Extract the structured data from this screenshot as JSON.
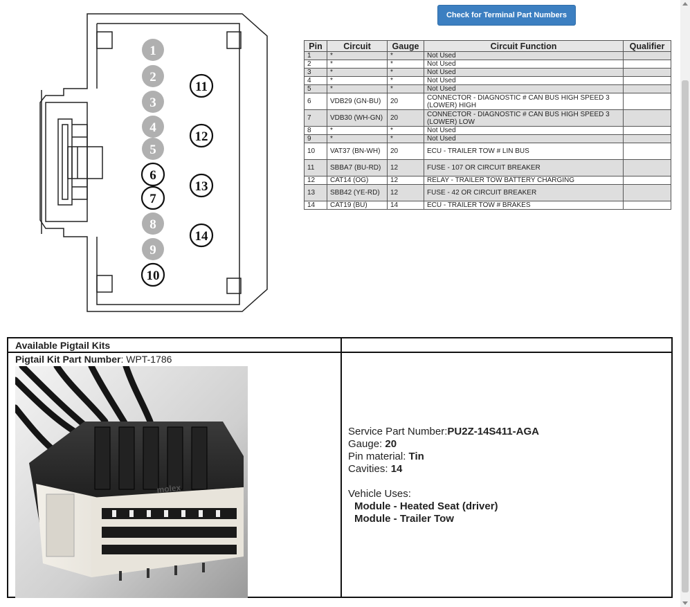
{
  "button": {
    "label": "Check for Terminal Part Numbers"
  },
  "connector_pins": [
    {
      "num": "1",
      "used": false
    },
    {
      "num": "2",
      "used": false
    },
    {
      "num": "3",
      "used": false
    },
    {
      "num": "4",
      "used": false
    },
    {
      "num": "5",
      "used": false
    },
    {
      "num": "6",
      "used": true
    },
    {
      "num": "7",
      "used": true
    },
    {
      "num": "8",
      "used": false
    },
    {
      "num": "9",
      "used": false
    },
    {
      "num": "10",
      "used": true
    },
    {
      "num": "11",
      "used": true
    },
    {
      "num": "12",
      "used": true
    },
    {
      "num": "13",
      "used": true
    },
    {
      "num": "14",
      "used": true
    }
  ],
  "table": {
    "headers": [
      "Pin",
      "Circuit",
      "Gauge",
      "Circuit Function",
      "Qualifier"
    ],
    "rows": [
      {
        "pin": "1",
        "circuit": "*",
        "gauge": "*",
        "function": "Not Used",
        "qualifier": ""
      },
      {
        "pin": "2",
        "circuit": "*",
        "gauge": "*",
        "function": "Not Used",
        "qualifier": ""
      },
      {
        "pin": "3",
        "circuit": "*",
        "gauge": "*",
        "function": "Not Used",
        "qualifier": ""
      },
      {
        "pin": "4",
        "circuit": "*",
        "gauge": "*",
        "function": "Not Used",
        "qualifier": ""
      },
      {
        "pin": "5",
        "circuit": "*",
        "gauge": "*",
        "function": "Not Used",
        "qualifier": ""
      },
      {
        "pin": "6",
        "circuit": "VDB29 (GN-BU)",
        "gauge": "20",
        "function": "CONNECTOR - DIAGNOSTIC # CAN BUS HIGH SPEED 3 (LOWER) HIGH",
        "qualifier": ""
      },
      {
        "pin": "7",
        "circuit": "VDB30 (WH-GN)",
        "gauge": "20",
        "function": "CONNECTOR - DIAGNOSTIC # CAN BUS HIGH SPEED 3 (LOWER) LOW",
        "qualifier": ""
      },
      {
        "pin": "8",
        "circuit": "*",
        "gauge": "*",
        "function": "Not Used",
        "qualifier": ""
      },
      {
        "pin": "9",
        "circuit": "*",
        "gauge": "*",
        "function": "Not Used",
        "qualifier": ""
      },
      {
        "pin": "10",
        "circuit": "VAT37 (BN-WH)",
        "gauge": "20",
        "function": "ECU - TRAILER TOW # LIN BUS",
        "qualifier": ""
      },
      {
        "pin": "11",
        "circuit": "SBBA7 (BU-RD)",
        "gauge": "12",
        "function": "FUSE - 107 OR CIRCUIT BREAKER",
        "qualifier": ""
      },
      {
        "pin": "12",
        "circuit": "CAT14 (OG)",
        "gauge": "12",
        "function": "RELAY - TRAILER TOW BATTERY CHARGING",
        "qualifier": ""
      },
      {
        "pin": "13",
        "circuit": "SBB42 (YE-RD)",
        "gauge": "12",
        "function": "FUSE - 42 OR CIRCUIT BREAKER",
        "qualifier": ""
      },
      {
        "pin": "14",
        "circuit": "CAT19 (BU)",
        "gauge": "14",
        "function": "ECU - TRAILER TOW # BRAKES",
        "qualifier": ""
      }
    ]
  },
  "pigtail": {
    "title": "Available Pigtail Kits",
    "kit_label": "Pigtail Kit Part Number",
    "kit_number": ": WPT-1786",
    "photo_brand": "molex",
    "service_label": "Service Part Number:",
    "service_value": "PU2Z-14S411-AGA",
    "gauge_label": "Gauge: ",
    "gauge_value": "20",
    "pin_material_label": "Pin material: ",
    "pin_material_value": "Tin",
    "cavities_label": "Cavities: ",
    "cavities_value": "14",
    "vehicle_uses_label": "Vehicle Uses:",
    "uses": [
      "Module - Heated Seat (driver)",
      "Module - Trailer Tow"
    ]
  },
  "colors": {
    "button": "#3c7fc1",
    "unused_pin": "#b0b0b0",
    "row_alt": "#dedede"
  }
}
